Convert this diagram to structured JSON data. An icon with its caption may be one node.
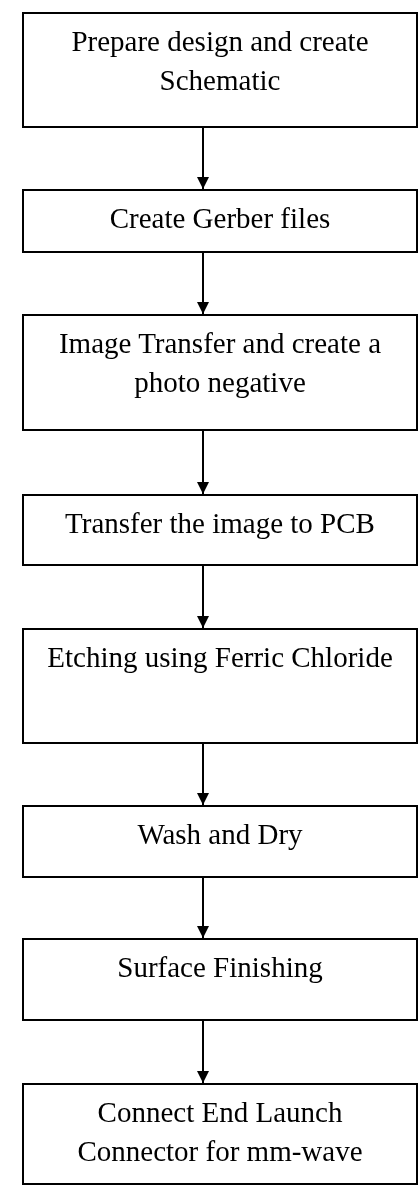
{
  "diagram": {
    "nodes": [
      {
        "text": [
          "Prepare design and create Schematic"
        ]
      },
      {
        "text": [
          "Create Gerber files"
        ]
      },
      {
        "text": [
          "Image Transfer and create a photo negative"
        ]
      },
      {
        "text": [
          "Transfer the image to PCB"
        ]
      },
      {
        "text": [
          "Etching using Ferric Chloride"
        ]
      },
      {
        "text": [
          "Wash and Dry"
        ]
      },
      {
        "text": [
          "Surface Finishing"
        ]
      },
      {
        "text": [
          "Connect End Launch Connector for mm-wave"
        ]
      }
    ],
    "edges": [
      {
        "from": 0,
        "to": 1,
        "arrow": "to"
      },
      {
        "from": 1,
        "to": 2,
        "arrow": "to"
      },
      {
        "from": 2,
        "to": 3,
        "arrow": "to"
      },
      {
        "from": 3,
        "to": 4,
        "arrow": "to"
      },
      {
        "from": 4,
        "to": 5,
        "arrow": "to"
      },
      {
        "from": 5,
        "to": 6,
        "arrow": "to"
      },
      {
        "from": 6,
        "to": 7,
        "arrow": "to"
      }
    ]
  }
}
